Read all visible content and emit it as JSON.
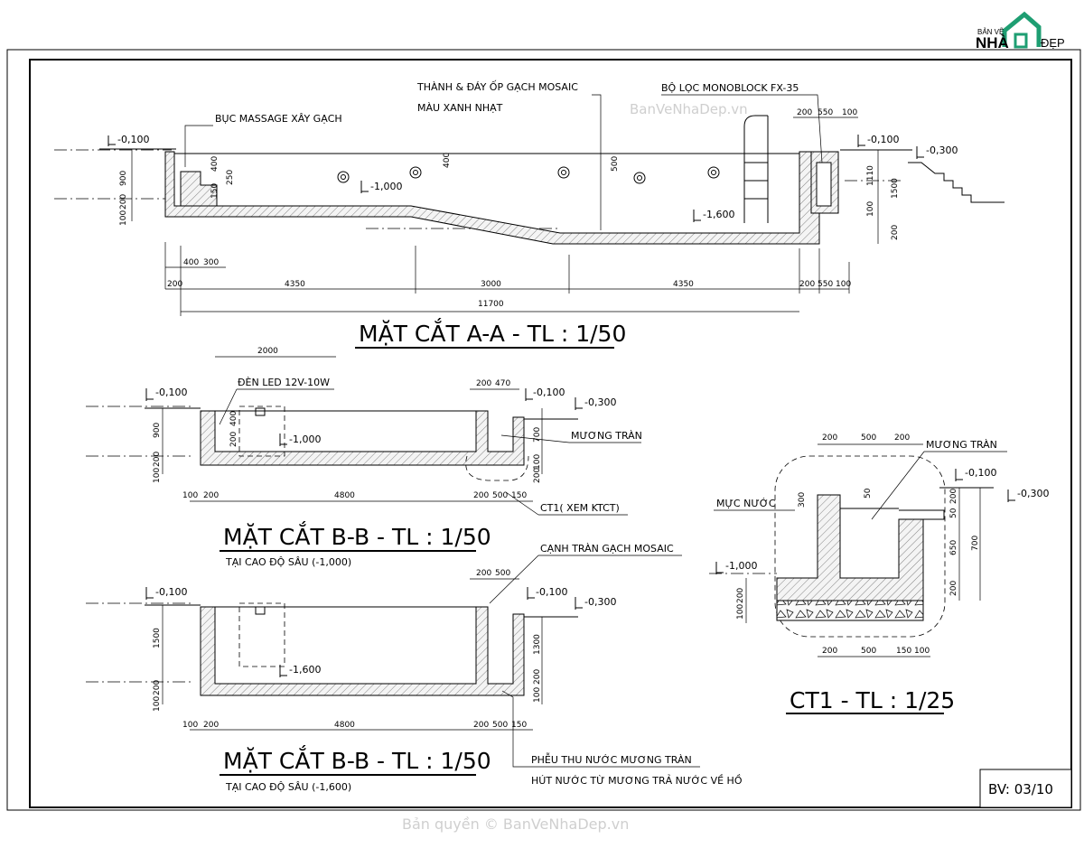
{
  "logo": {
    "small": "BẢN VẼ",
    "main": "NHÀ",
    "suffix": "ĐẸP"
  },
  "watermarks": {
    "top": "BanVeNhaDep.vn",
    "bottom": "Bản quyền © BanVeNhaDep.vn"
  },
  "sheet_number": "BV: 03/10",
  "section_aa": {
    "title": "MẶT CẮT A-A - TL : 1/50",
    "notes": {
      "massage": "BỤC MASSAGE XÂY GẠCH",
      "tiles_1": "THÀNH & ĐÁY ỐP GẠCH MOSAIC",
      "tiles_2": "MÀU XANH NHẠT",
      "filter": "BỘ LỌC MONOBLOCK FX-35"
    },
    "levels": {
      "l1": "-0,100",
      "l2": "-1,000",
      "l3": "-1,600",
      "l4": "-0,100",
      "l5": "-0,300"
    },
    "dims": {
      "d900": "900",
      "d100": "100",
      "d200": "200",
      "d400": "400",
      "d250": "250",
      "d150": "150",
      "d400b": "400",
      "d500": "500",
      "d1110": "1110",
      "d1500": "1500",
      "d100b": "100",
      "d200b": "200",
      "top_filter": [
        "200",
        "550",
        "100"
      ],
      "b400": "400",
      "b300": "300",
      "b200": "200",
      "seg1": "4350",
      "seg2": "3000",
      "seg3": "4350",
      "end": [
        "200",
        "550",
        "100"
      ],
      "total": "11700"
    }
  },
  "section_bb1": {
    "title": "MẶT CẮT B-B - TL : 1/50",
    "subtitle": "TẠI CAO ĐỘ SÂU (-1,000)",
    "notes": {
      "led": "ĐÈN LED 12V-10W",
      "gutter": "MƯƠNG TRÀN",
      "ct1": "CT1( XEM KTCT)"
    },
    "levels": {
      "l1": "-0,100",
      "l2": "-1,000",
      "l3": "-0,100",
      "l4": "-0,300"
    },
    "dims": {
      "top": "2000",
      "top_right": [
        "200",
        "470"
      ],
      "d400": "400",
      "d200": "200",
      "d900": "900",
      "d100": "100",
      "d200b": "200",
      "d700": "700",
      "d100c": "100",
      "d200c": "200",
      "bot_left": [
        "100",
        "200"
      ],
      "span": "4800",
      "bot_right": [
        "200",
        "500",
        "150"
      ]
    }
  },
  "section_bb2": {
    "title": "MẶT CẮT B-B - TL : 1/50",
    "subtitle": "TẠI CAO ĐỘ SÂU (-1,600)",
    "notes": {
      "edge": "CẠNH TRÀN GẠCH MOSAIC",
      "funnel_1": "PHỄU THU NƯỚC MƯƠNG TRÀN",
      "funnel_2": "HÚT NƯỚC TỪ MƯƠNG TRẢ NƯỚC VỀ HỒ"
    },
    "levels": {
      "l1": "-0,100",
      "l2": "-1,600",
      "l3": "-0,100",
      "l4": "-0,300"
    },
    "dims": {
      "top_right": [
        "200",
        "500"
      ],
      "d1500": "1500",
      "d100": "100",
      "d200": "200",
      "d1300": "1300",
      "d200b": "200",
      "d100b": "100",
      "bot_left": [
        "100",
        "200"
      ],
      "span": "4800",
      "bot_right": [
        "200",
        "500",
        "150"
      ]
    }
  },
  "detail_ct1": {
    "title": "CT1 - TL : 1/25",
    "notes": {
      "gutter": "MƯƠNG TRÀN",
      "water": "MỰC NƯỚC"
    },
    "levels": {
      "l1": "-0,100",
      "l2": "-0,300",
      "l3": "-1,000"
    },
    "dims": {
      "top": [
        "200",
        "500",
        "200"
      ],
      "d300": "300",
      "d50": "50",
      "d200": "200",
      "d50b": "50",
      "d650": "650",
      "d700": "700",
      "d200b": "200",
      "d100": "100",
      "d200c": "200",
      "bottom": [
        "200",
        "500",
        "150",
        "100"
      ]
    }
  }
}
